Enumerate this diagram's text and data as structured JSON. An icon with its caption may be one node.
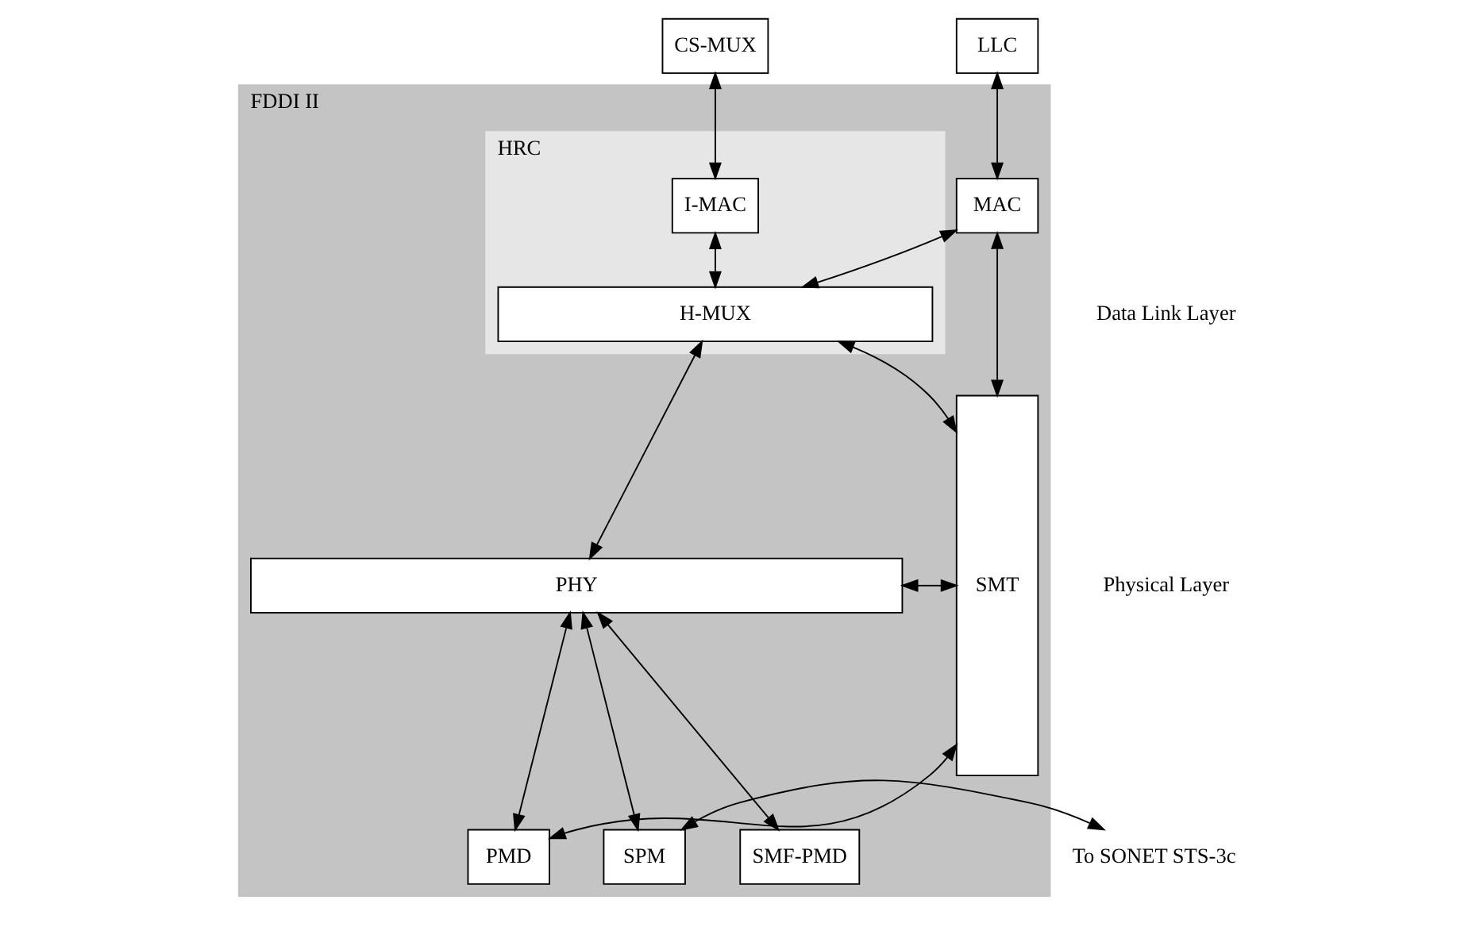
{
  "diagram": {
    "nodes": [
      {
        "text": [
          "FDDI II"
        ]
      },
      {
        "text": [
          "HRC"
        ],
        "in": 0
      },
      {
        "text": [
          "CS-MUX"
        ]
      },
      {
        "text": [
          "LLC"
        ]
      },
      {
        "text": [
          "I-MAC"
        ],
        "in": 1
      },
      {
        "text": [
          "MAC"
        ],
        "in": 0
      },
      {
        "text": [
          "H-MUX"
        ],
        "in": 1
      },
      {
        "text": [
          "SMT"
        ],
        "in": 0
      },
      {
        "text": [
          "PHY"
        ],
        "in": 0
      },
      {
        "text": [
          "SPM"
        ],
        "in": 0
      },
      {
        "text": [
          "SMF-PMD"
        ],
        "in": 0
      },
      {
        "text": [
          "PMD"
        ],
        "in": 0
      },
      {
        "text": [
          "To SONET STS-3c"
        ]
      }
    ],
    "edges": [
      {
        "from": 2,
        "to": 4,
        "arrow": "both"
      },
      {
        "from": 3,
        "to": 5,
        "arrow": "both"
      },
      {
        "from": 4,
        "to": 6,
        "arrow": "both"
      },
      {
        "from": 5,
        "to": 6,
        "arrow": "both"
      },
      {
        "from": 5,
        "to": 7,
        "arrow": "both"
      },
      {
        "from": 6,
        "to": 7,
        "arrow": "both"
      },
      {
        "from": 6,
        "to": 8,
        "arrow": "both"
      },
      {
        "from": 8,
        "to": 7,
        "arrow": "both"
      },
      {
        "from": 8,
        "to": 9,
        "arrow": "both"
      },
      {
        "from": 8,
        "to": 10,
        "arrow": "both"
      },
      {
        "from": 8,
        "to": 11,
        "arrow": "both"
      },
      {
        "from": 11,
        "to": 7,
        "arrow": "both"
      },
      {
        "from": 12,
        "to": 9,
        "arrow": "both"
      }
    ],
    "labels": [
      "Data Link Layer",
      "Physical Layer"
    ]
  }
}
